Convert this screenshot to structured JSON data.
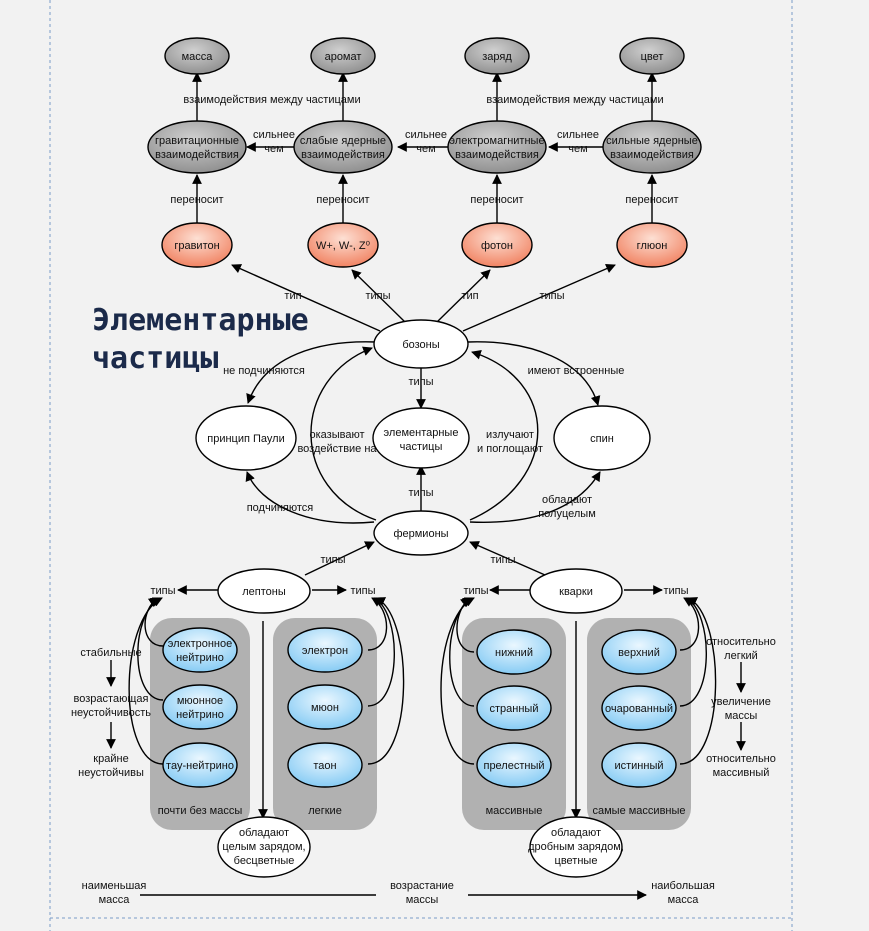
{
  "title": {
    "line1": "Элементарные",
    "line2": "частицы"
  },
  "properties": {
    "mass": "масса",
    "flavor": "аромат",
    "charge": "заряд",
    "color": "цвет"
  },
  "interactions": {
    "gravitational": [
      "гравитационные",
      "взаимодействия"
    ],
    "weak": [
      "слабые ядерные",
      "взаимодействия"
    ],
    "electromagnetic": [
      "электромагнитные",
      "взаимодействия"
    ],
    "strong": [
      "сильные ядерные",
      "взаимодействия"
    ]
  },
  "carriers": {
    "graviton": "гравитон",
    "wz": "W+, W-, Z⁰",
    "photon": "фотон",
    "gluon": "глюон"
  },
  "core": {
    "bosons": "бозоны",
    "fermions": "фермионы",
    "pauli": "принцип Паули",
    "elementary": [
      "элементарные",
      "частицы"
    ],
    "spin": "спин"
  },
  "families": {
    "leptons": "лептоны",
    "quarks": "кварки",
    "leptons_note": [
      "обладают",
      "целым зарядом,",
      "бесцветные"
    ],
    "quarks_note": [
      "обладают",
      "дробным зарядом,",
      "цветные"
    ]
  },
  "leptons_group1": [
    "электронное нейтрино",
    "мюонное нейтрино",
    "тау-нейтрино"
  ],
  "leptons_group2": [
    "электрон",
    "мюон",
    "таон"
  ],
  "quarks_group1": [
    "нижний",
    "странный",
    "прелестный"
  ],
  "quarks_group2": [
    "верхний",
    "очарованный",
    "истинный"
  ],
  "group_labels": {
    "neutrinos": "почти без массы",
    "light": "легкие",
    "massive": "массивные",
    "most_massive": "самые массивные"
  },
  "edge_labels": {
    "between_particles": "взаимодействия между частицами",
    "stronger_than": [
      "сильнее",
      "чем"
    ],
    "carries": "переносит",
    "type": "тип",
    "types": "типы",
    "not_obey": "не подчиняются",
    "have_builtin": "имеют встроенные",
    "affect": [
      "оказывают",
      "воздействие на"
    ],
    "emit_absorb": [
      "излучают",
      "и поглощают"
    ],
    "obey": "подчиняются",
    "have_half_integer": [
      "обладают",
      "полуцелым"
    ]
  },
  "scales": {
    "stable": "стабильные",
    "increasing_instability": [
      "возрастающая",
      "неустойчивость"
    ],
    "extremely_unstable": [
      "крайне",
      "неустойчивы"
    ],
    "relatively_light": [
      "относительно",
      "легкий"
    ],
    "mass_increase": [
      "увеличение",
      "массы"
    ],
    "relatively_massive": [
      "относительно",
      "массивный"
    ]
  },
  "mass_axis": {
    "least": [
      "наименьшая",
      "масса"
    ],
    "increase": [
      "возрастание",
      "массы"
    ],
    "greatest": [
      "наибольшая",
      "масса"
    ]
  },
  "colors": {
    "background": "#f2f2f2",
    "property_node": "#8c8c8c",
    "carrier_node": "#f07c5a",
    "particle_node": "#8fd0f5",
    "group_panel": "#b1b1b1",
    "border_lines": "#7a9cc8"
  }
}
